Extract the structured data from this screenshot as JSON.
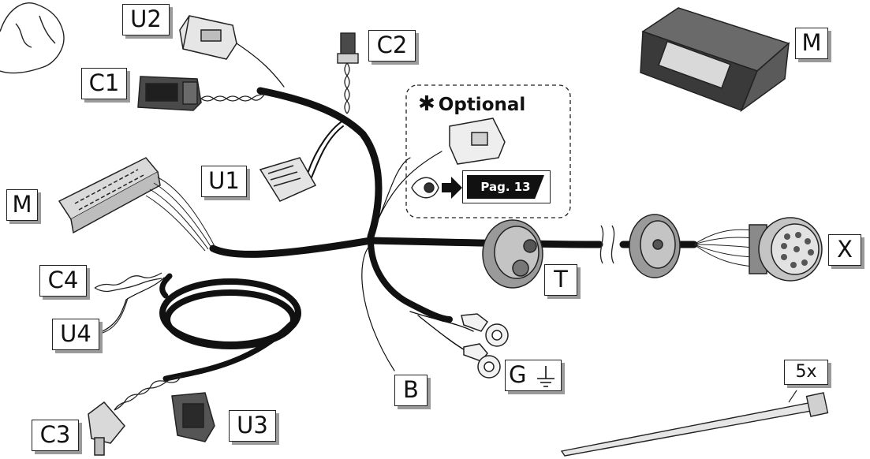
{
  "labels": {
    "u2": "U2",
    "c1": "C1",
    "c2": "C2",
    "u1": "U1",
    "m_left": "M",
    "m_right": "M",
    "c4": "C4",
    "u4": "U4",
    "c3": "C3",
    "u3": "U3",
    "b": "B",
    "g": "G",
    "t": "T",
    "x": "X",
    "qty": "5x"
  },
  "optional": {
    "star": "✱",
    "title": "Optional",
    "page_ref": "Pag. 13"
  },
  "icons": [
    "eye-icon",
    "arrow-right-icon",
    "ground-icon"
  ],
  "colors": {
    "cable": "#111111",
    "outline": "#222222",
    "shadow": "#9a9a9a",
    "component_fill": "#d9d9d9",
    "component_dark": "#4a4a4a"
  }
}
